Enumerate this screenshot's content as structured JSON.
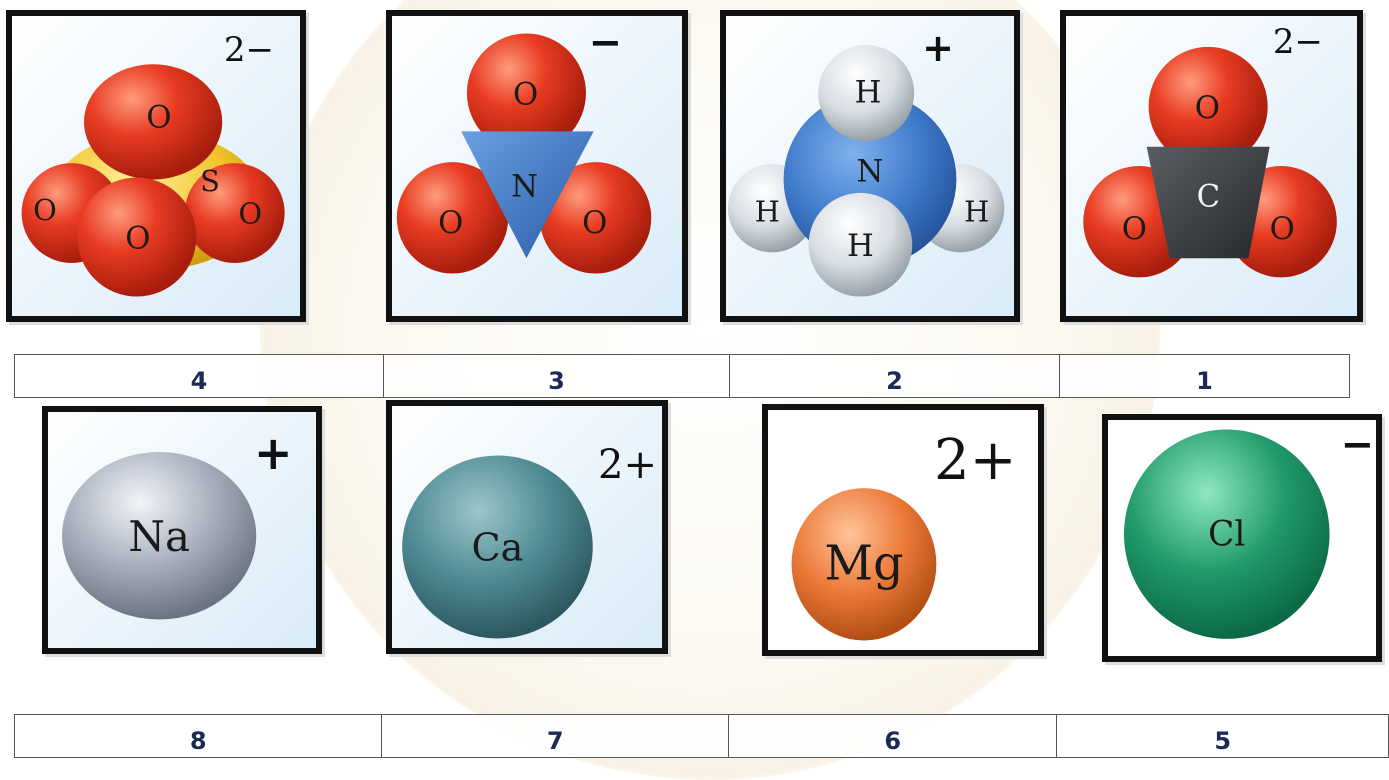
{
  "ions_top": [
    {
      "id": "sulfate",
      "charge": "2−",
      "atoms": [
        "O",
        "S",
        "O",
        "O",
        "O"
      ]
    },
    {
      "id": "nitrate",
      "charge": "−",
      "atoms": [
        "O",
        "N",
        "O",
        "O"
      ]
    },
    {
      "id": "ammonium",
      "charge": "+",
      "atoms": [
        "H",
        "N",
        "H",
        "H",
        "H"
      ]
    },
    {
      "id": "carbonate",
      "charge": "2−",
      "atoms": [
        "O",
        "C",
        "O",
        "O"
      ]
    }
  ],
  "ions_bottom": [
    {
      "id": "sodium",
      "symbol": "Na",
      "charge": "+"
    },
    {
      "id": "calcium",
      "symbol": "Ca",
      "charge": "2+"
    },
    {
      "id": "magnesium",
      "symbol": "Mg",
      "charge": "2+"
    },
    {
      "id": "chloride",
      "symbol": "Cl",
      "charge": "−"
    }
  ],
  "numbers_top": [
    "4",
    "3",
    "2",
    "1"
  ],
  "numbers_bottom": [
    "8",
    "7",
    "6",
    "5"
  ],
  "colors": {
    "oxygen": "#e03a22",
    "sulfur": "#f2c52e",
    "nitrogen": "#3d78c8",
    "hydrogen": "#d7dde2",
    "carbon": "#3a3c40",
    "sodium": "#9fa7b5",
    "calcium": "#4f8a93",
    "magnesium": "#ec7a3a",
    "chlorine": "#1f9a6a"
  }
}
